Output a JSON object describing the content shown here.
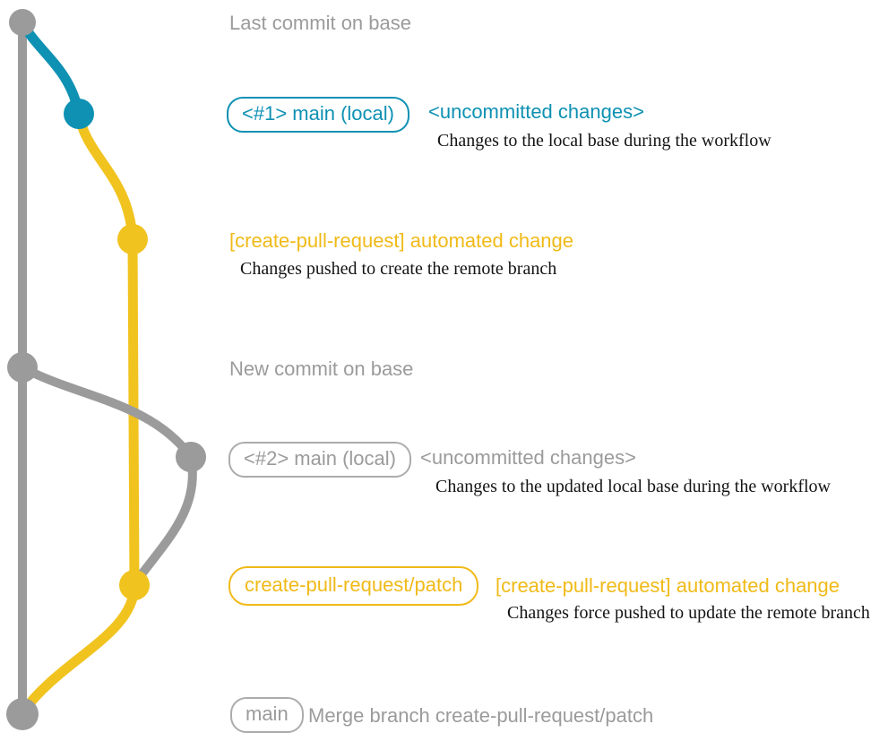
{
  "colors": {
    "gray": "#9b9b9b",
    "teal": "#0e91b3",
    "gold": "#f1c31f",
    "gold_text": "#f0ba17",
    "note_ink": "#141414",
    "background": "#ffffff"
  },
  "graph": {
    "branches": [
      {
        "name": "base",
        "color": "#9b9b9b"
      },
      {
        "name": "main (local)",
        "color": "#0e91b3"
      },
      {
        "name": "create-pull-request/patch",
        "color": "#f1c31f"
      }
    ],
    "commits": [
      {
        "id": "last-commit-on-base",
        "branch": "base"
      },
      {
        "id": "local-commit-1",
        "branch": "main (local)"
      },
      {
        "id": "patch-commit-1",
        "branch": "create-pull-request/patch"
      },
      {
        "id": "new-commit-on-base",
        "branch": "base"
      },
      {
        "id": "local-commit-2",
        "branch": "main (local)"
      },
      {
        "id": "patch-commit-2",
        "branch": "create-pull-request/patch"
      },
      {
        "id": "merge-commit",
        "branch": "base"
      }
    ]
  },
  "events": {
    "last_commit": {
      "label": "Last commit on base"
    },
    "first_local": {
      "badge": "<#1> main (local)",
      "status": "<uncommitted changes>",
      "description": "Changes to the local base during the workflow"
    },
    "first_push": {
      "title": "[create-pull-request] automated change",
      "description": "Changes pushed to create the remote branch"
    },
    "new_commit": {
      "label": "New commit on base"
    },
    "second_local": {
      "badge": "<#2> main (local)",
      "status": "<uncommitted changes>",
      "description": "Changes to the updated local base during the workflow"
    },
    "force_push": {
      "badge": "create-pull-request/patch",
      "title": "[create-pull-request] automated change",
      "description": "Changes force pushed to update the remote branch"
    },
    "merge": {
      "badge": "main",
      "label": "Merge branch create-pull-request/patch"
    }
  }
}
